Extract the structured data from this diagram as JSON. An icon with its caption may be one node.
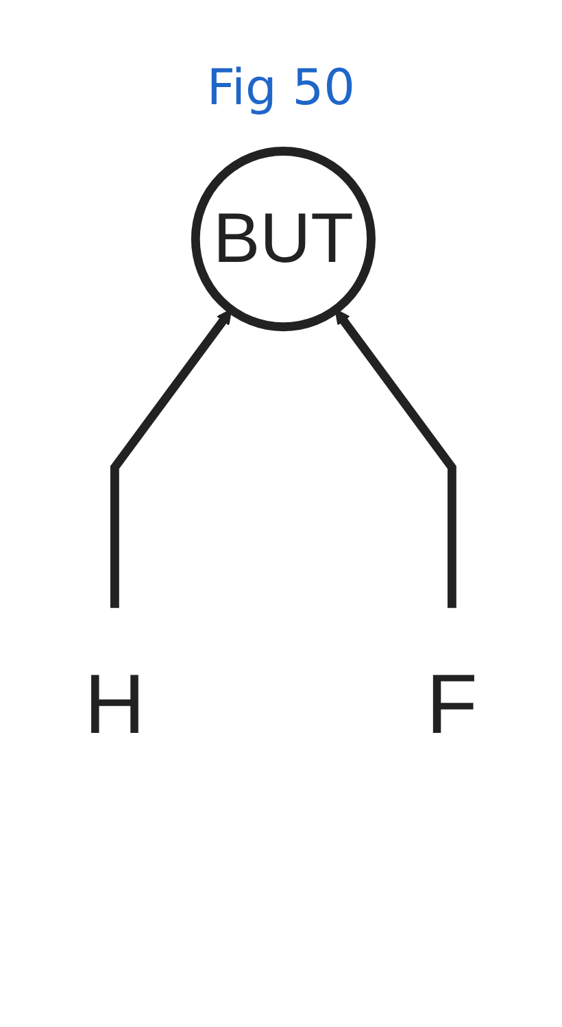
{
  "diagram": {
    "title": "Fig 50",
    "nodes": [
      {
        "text": [
          "BUT"
        ]
      },
      {
        "text": [
          "F"
        ]
      },
      {
        "text": [
          "H"
        ]
      }
    ],
    "edges": [
      {
        "from": 2,
        "to": 0,
        "arrow": "to"
      },
      {
        "from": 1,
        "to": 0,
        "arrow": "to"
      }
    ]
  }
}
